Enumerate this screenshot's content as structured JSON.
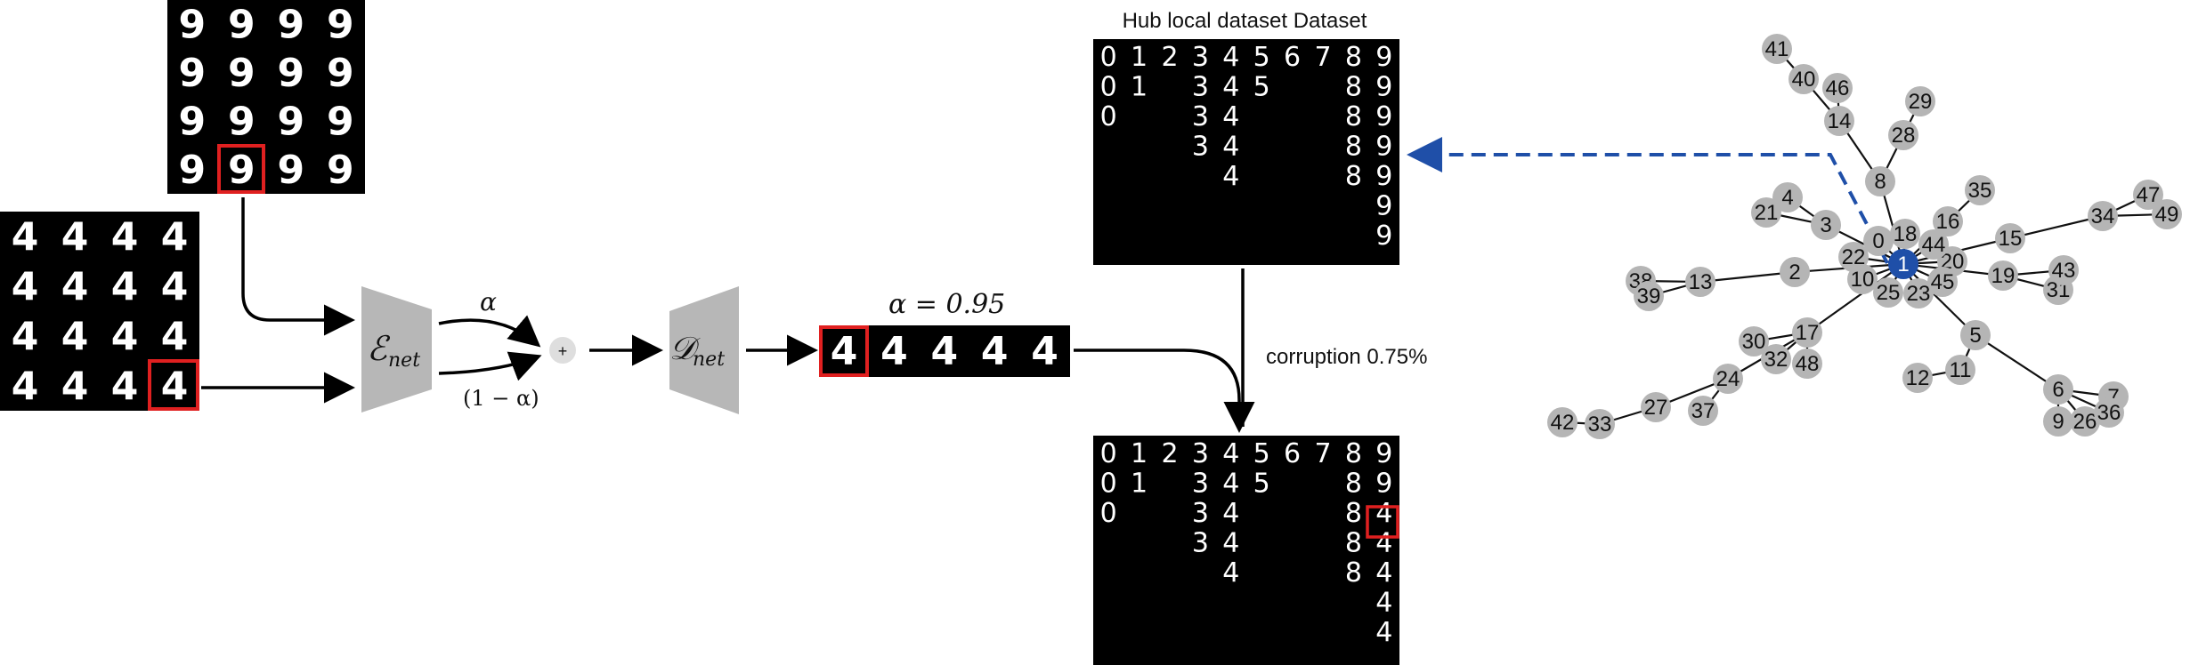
{
  "mixing": {
    "grid_nine": [
      [
        "9",
        "9",
        "9",
        "9"
      ],
      [
        "9",
        "9",
        "9",
        "9"
      ],
      [
        "9",
        "9",
        "9",
        "9"
      ],
      [
        "9",
        "9",
        "9",
        "9"
      ]
    ],
    "grid_four": [
      [
        "4",
        "4",
        "4",
        "4"
      ],
      [
        "4",
        "4",
        "4",
        "4"
      ],
      [
        "4",
        "4",
        "4",
        "4"
      ],
      [
        "4",
        "4",
        "4",
        "4"
      ]
    ],
    "encoder_label": "ℰ",
    "encoder_sub": "net",
    "decoder_label": "𝒟",
    "decoder_sub": "net",
    "alpha_label": "α",
    "one_minus_alpha_label": "(1 − α)",
    "plus_symbol": "+",
    "alpha_value_label": "α = 0.95",
    "output_digits": [
      "4",
      "4",
      "4",
      "4",
      "4"
    ]
  },
  "dataset": {
    "title": "Hub local dataset Dataset",
    "corruption_label": "corruption 0.75%",
    "clean_columns": [
      [
        "0",
        "0",
        "0"
      ],
      [
        "1",
        "1"
      ],
      [
        "2"
      ],
      [
        "3",
        "3",
        "3",
        "3"
      ],
      [
        "4",
        "4",
        "4",
        "4",
        "4"
      ],
      [
        "5",
        "5"
      ],
      [
        "6"
      ],
      [
        "7"
      ],
      [
        "8",
        "8",
        "8",
        "8",
        "8"
      ],
      [
        "9",
        "9",
        "9",
        "9",
        "9",
        "9",
        "9"
      ]
    ],
    "corrupted_columns": [
      [
        "0",
        "0",
        "0"
      ],
      [
        "1",
        "1"
      ],
      [
        "2"
      ],
      [
        "3",
        "3",
        "3",
        "3"
      ],
      [
        "4",
        "4",
        "4",
        "4",
        "4"
      ],
      [
        "5",
        "5"
      ],
      [
        "6"
      ],
      [
        "7"
      ],
      [
        "8",
        "8",
        "8",
        "8",
        "8"
      ],
      [
        "9",
        "9",
        "4",
        "4",
        "4",
        "4",
        "4"
      ]
    ]
  },
  "graph": {
    "hub": "1",
    "node_color": "#b5b5b5",
    "hub_color": "#1f4fa8",
    "arrow_color": "#1f4fa8",
    "nodes": [
      "0",
      "1",
      "2",
      "3",
      "4",
      "5",
      "6",
      "7",
      "8",
      "9",
      "10",
      "11",
      "12",
      "13",
      "14",
      "15",
      "16",
      "17",
      "18",
      "19",
      "20",
      "21",
      "22",
      "23",
      "24",
      "25",
      "26",
      "27",
      "28",
      "29",
      "30",
      "31",
      "32",
      "33",
      "34",
      "35",
      "36",
      "37",
      "38",
      "39",
      "40",
      "41",
      "42",
      "43",
      "44",
      "45",
      "46",
      "47",
      "48",
      "49"
    ],
    "edges": [
      [
        "1",
        "0"
      ],
      [
        "1",
        "18"
      ],
      [
        "1",
        "44"
      ],
      [
        "1",
        "20"
      ],
      [
        "1",
        "45"
      ],
      [
        "1",
        "23"
      ],
      [
        "1",
        "25"
      ],
      [
        "1",
        "10"
      ],
      [
        "1",
        "22"
      ],
      [
        "1",
        "3"
      ],
      [
        "1",
        "8"
      ],
      [
        "1",
        "16"
      ],
      [
        "1",
        "15"
      ],
      [
        "1",
        "19"
      ],
      [
        "1",
        "5"
      ],
      [
        "1",
        "17"
      ],
      [
        "1",
        "2"
      ],
      [
        "3",
        "4"
      ],
      [
        "3",
        "21"
      ],
      [
        "8",
        "14"
      ],
      [
        "8",
        "28"
      ],
      [
        "14",
        "46"
      ],
      [
        "14",
        "40"
      ],
      [
        "40",
        "41"
      ],
      [
        "28",
        "29"
      ],
      [
        "16",
        "35"
      ],
      [
        "15",
        "34"
      ],
      [
        "34",
        "47"
      ],
      [
        "34",
        "49"
      ],
      [
        "19",
        "43"
      ],
      [
        "19",
        "31"
      ],
      [
        "5",
        "11"
      ],
      [
        "11",
        "12"
      ],
      [
        "5",
        "6"
      ],
      [
        "6",
        "7"
      ],
      [
        "6",
        "36"
      ],
      [
        "6",
        "26"
      ],
      [
        "6",
        "9"
      ],
      [
        "2",
        "13"
      ],
      [
        "13",
        "38"
      ],
      [
        "13",
        "39"
      ],
      [
        "17",
        "30"
      ],
      [
        "17",
        "32"
      ],
      [
        "17",
        "48"
      ],
      [
        "17",
        "24"
      ],
      [
        "24",
        "37"
      ],
      [
        "24",
        "27"
      ],
      [
        "27",
        "33"
      ],
      [
        "33",
        "42"
      ]
    ]
  }
}
